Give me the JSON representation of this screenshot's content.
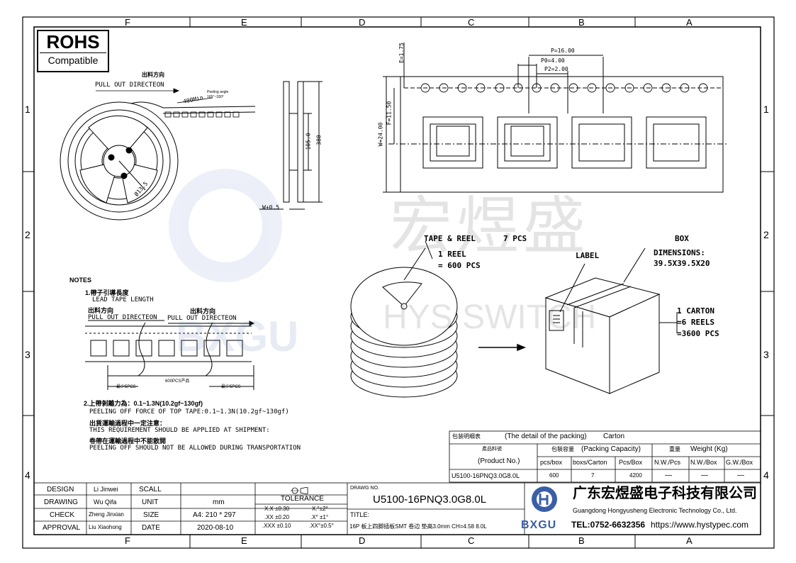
{
  "grid": {
    "cols": [
      "F",
      "E",
      "D",
      "C",
      "B",
      "A"
    ],
    "rows": [
      "1",
      "2",
      "3",
      "4"
    ]
  },
  "rohs": {
    "title": "ROHS",
    "subtitle": "Compatible"
  },
  "reel_view": {
    "dir_cn": "出料方向",
    "dir_en": "PULL OUT DIRECTEON",
    "min_len": "400Min",
    "peel_angle": "Peeling angle",
    "peel_range": "165°~180°",
    "hub_dia": "Ø13.5",
    "dim_w": "W+0.5",
    "dim_105": "105.0",
    "dim_380": "380"
  },
  "tape_view": {
    "P": "P=16.00",
    "P0": "P0=4.00",
    "P2": "P2=2.00",
    "E": "E=1.75",
    "F": "F=11.50",
    "W": "W=24.00"
  },
  "watermark": {
    "cn": "宏煜盛",
    "en": "HYS SWITCH",
    "logo": "BXGU"
  },
  "packing": {
    "tape_reel": "TAPE & REEL",
    "pcs7": "7 PCS",
    "reel1": "1 REEL",
    "pcs600": "= 600 PCS",
    "box": "BOX",
    "label": "LABEL",
    "dims_title": "DIMENSIONS:",
    "dims": "39.5X39.5X20",
    "carton1": "1 CARTON",
    "reels6": "=6 REELS",
    "pcs3600": "=3600 PCS"
  },
  "notes": {
    "title": "NOTES",
    "n1_cn": "1.帶子引導長度",
    "n1_en": "LEAD TAPE LENGTH",
    "dir_cn": "出料方向",
    "dir_en": "PULL OUT DIRECTEON",
    "dir2_cn": "出料方向",
    "dir2_en": "PULL OUT DIRECTEON",
    "len600": "600PCS产品",
    "empty1": "最少5PCS",
    "empty2": "最少5PCS",
    "n2_cn": "2.上帶剝離力為：0.1~1.3N(10.2gf~130gf)",
    "n2_en": "PEELING OFF FORCE OF TOP TAPE:0.1~1.3N(10.2gf~130gf)",
    "n3_cn": "出貨運輸過程中一定注意：",
    "n3_en": "THIS REQUIREMENT SHOULD BE APPLIED AT SHIPMENT:",
    "n4_cn": "卷帶在運輸過程中不能散開",
    "n4_en": "PEELING OFF SHOULD NOT BE ALLOWED DURING TRANSPORTATION"
  },
  "packing_table": {
    "title_cn": "包装明细表",
    "title_en": "(The detail of the packing)",
    "carton": "Carton",
    "prod_cn": "產品料號",
    "prod_en": "(Product No.)",
    "cap_cn": "包裝容量",
    "cap_en": "(Packing Capacity)",
    "wt_cn": "重量",
    "wt_en": "Weight (Kg)",
    "h_pcsbox": "pcs/box",
    "h_boxcarton": "boxs/Carton",
    "h_pcsbox2": "Pcs/Box",
    "h_nwpcs": "N.W./Pcs",
    "h_nwbox": "N.W./Box",
    "h_gwbox": "G.W./Box",
    "product": "U5100-16PNQ3.0G8.0L",
    "pcsbox": "600",
    "boxcarton": "7",
    "pcsbox2": "4200",
    "nwpcs": "—",
    "nwbox": "—",
    "gwbox": "—"
  },
  "title_block": {
    "design_l": "DESIGN",
    "design_v": "Li Jinwei",
    "drawing_l": "DRAWING",
    "drawing_v": "Wu Qifa",
    "check_l": "CHECK",
    "check_v": "Zheng Jinxian",
    "approval_l": "APPROVAL",
    "approval_v": "Liu Xiaohong",
    "scale_l": "SCALL",
    "scale_v": "",
    "unit_l": "UNIT",
    "unit_v": "mm",
    "size_l": "SIZE",
    "size_v": "A4: 210 * 297",
    "date_l": "DATE",
    "date_v": "2020-08-10",
    "tolerance": "TOLERANCE",
    "tol1a": "X.X  ±0.30",
    "tol1b": "X.°±2°",
    "tol2a": ".XX  ±0.20",
    "tol2b": ".X° ±1°",
    "tol3a": ".XXX  ±0.10",
    "tol3b": ".XX°±0.5°",
    "dwg_no_l": "DRAWG NO.",
    "dwg_no": "U5100-16PNQ3.0G8.0L",
    "title_l": "TITLE:",
    "title_v": "16P 板上四脚插板SMT 卷边 垫高3.0mm CH=4.58 8.0L",
    "company_cn": "广东宏煜盛电子科技有限公司",
    "company_en": "Guangdong Hongyusheng Electronic Technology Co., Ltd.",
    "tel": "TEL:0752-6632356",
    "url": "https://www.hystypec.com",
    "logo": "BXGU"
  }
}
